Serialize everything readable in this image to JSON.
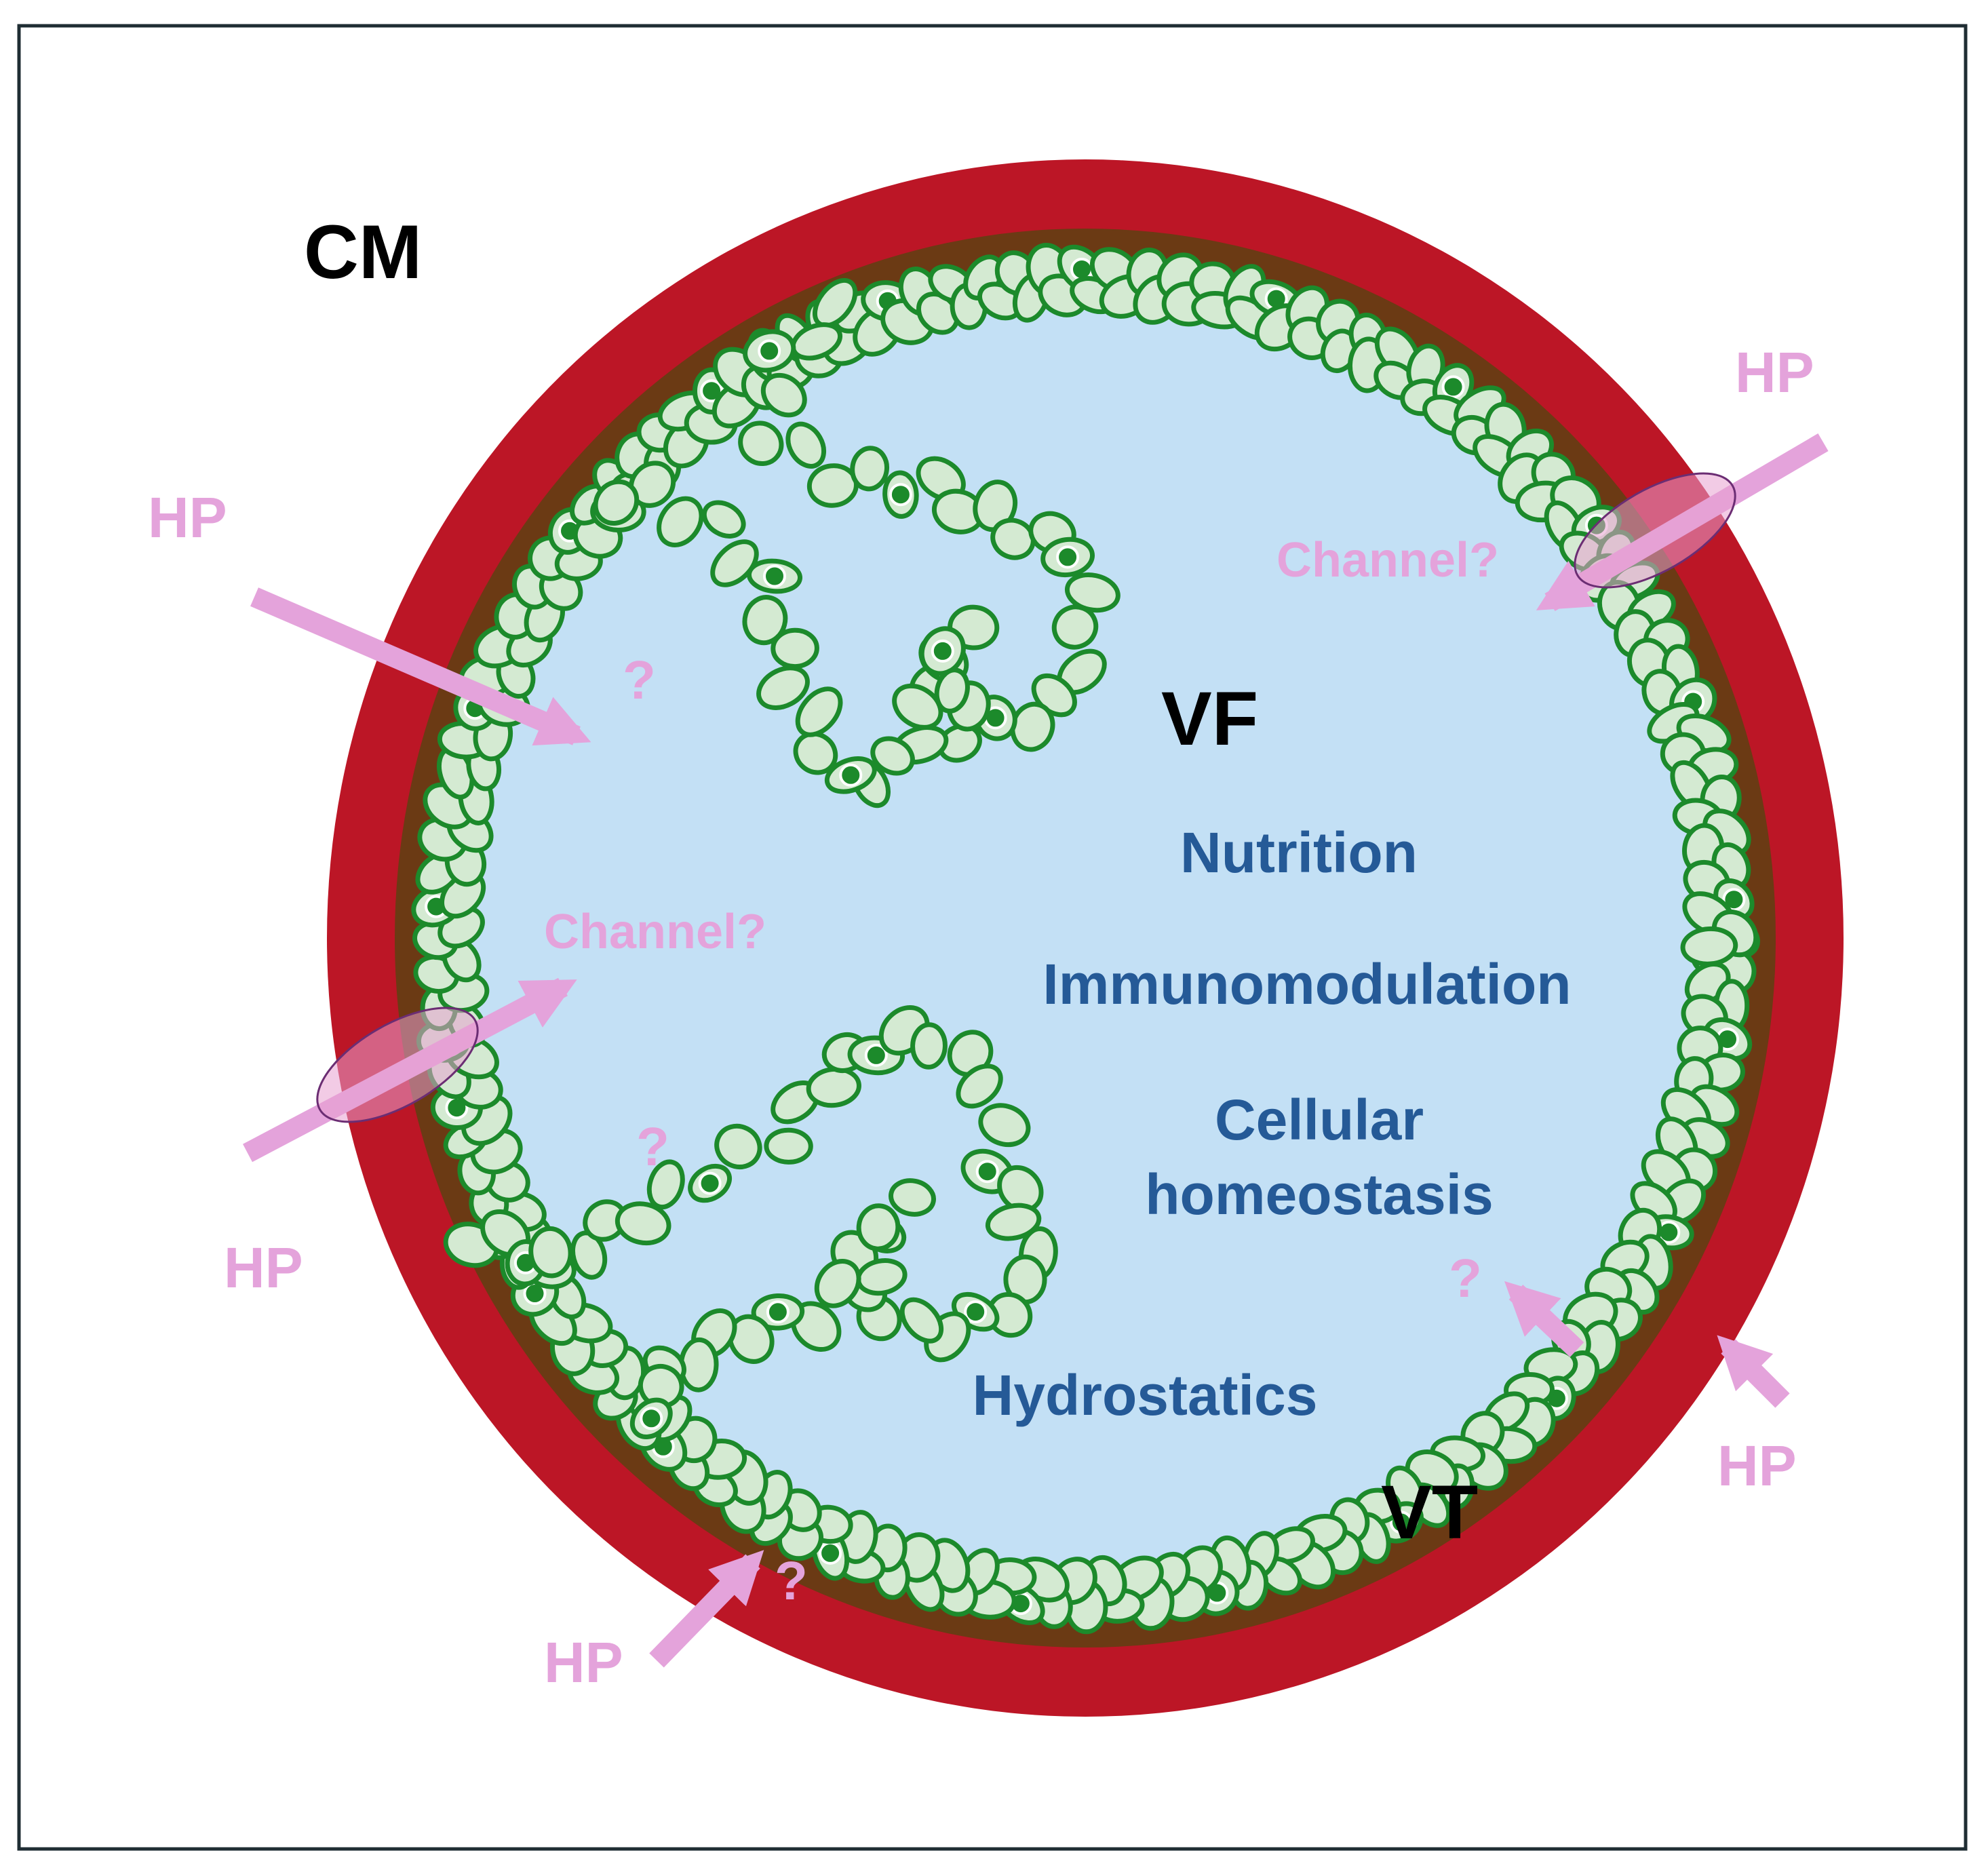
{
  "labels": {
    "cm": "CM",
    "vf": "VF",
    "vt": "VT",
    "functions": {
      "nutrition": "Nutrition",
      "immunomodulation": "Immunomodulation",
      "cellular": "Cellular",
      "homeostasis": "homeostasis",
      "hydrostatics": "Hydrostatics"
    },
    "hp": "HP",
    "channel": "Channel?",
    "question": "?"
  },
  "colors": {
    "frame": "#1f2d33",
    "outer_ring": "#bc1626",
    "brown_layer": "#6b3a14",
    "fluid": "#c3e0f5",
    "cell_fill": "#d4ead2",
    "cell_stroke": "#1c8a2b",
    "nucleus": "#1c8a2b",
    "arrow": "#e4a3db",
    "channel_fill": "#e7a1cf",
    "channel_stroke": "#6b2d73",
    "label_black": "#000000",
    "label_blue": "#255a97",
    "label_pink": "#e4a3db"
  },
  "icons": [
    "arrow-icon",
    "channel-icon",
    "cell-icon"
  ]
}
